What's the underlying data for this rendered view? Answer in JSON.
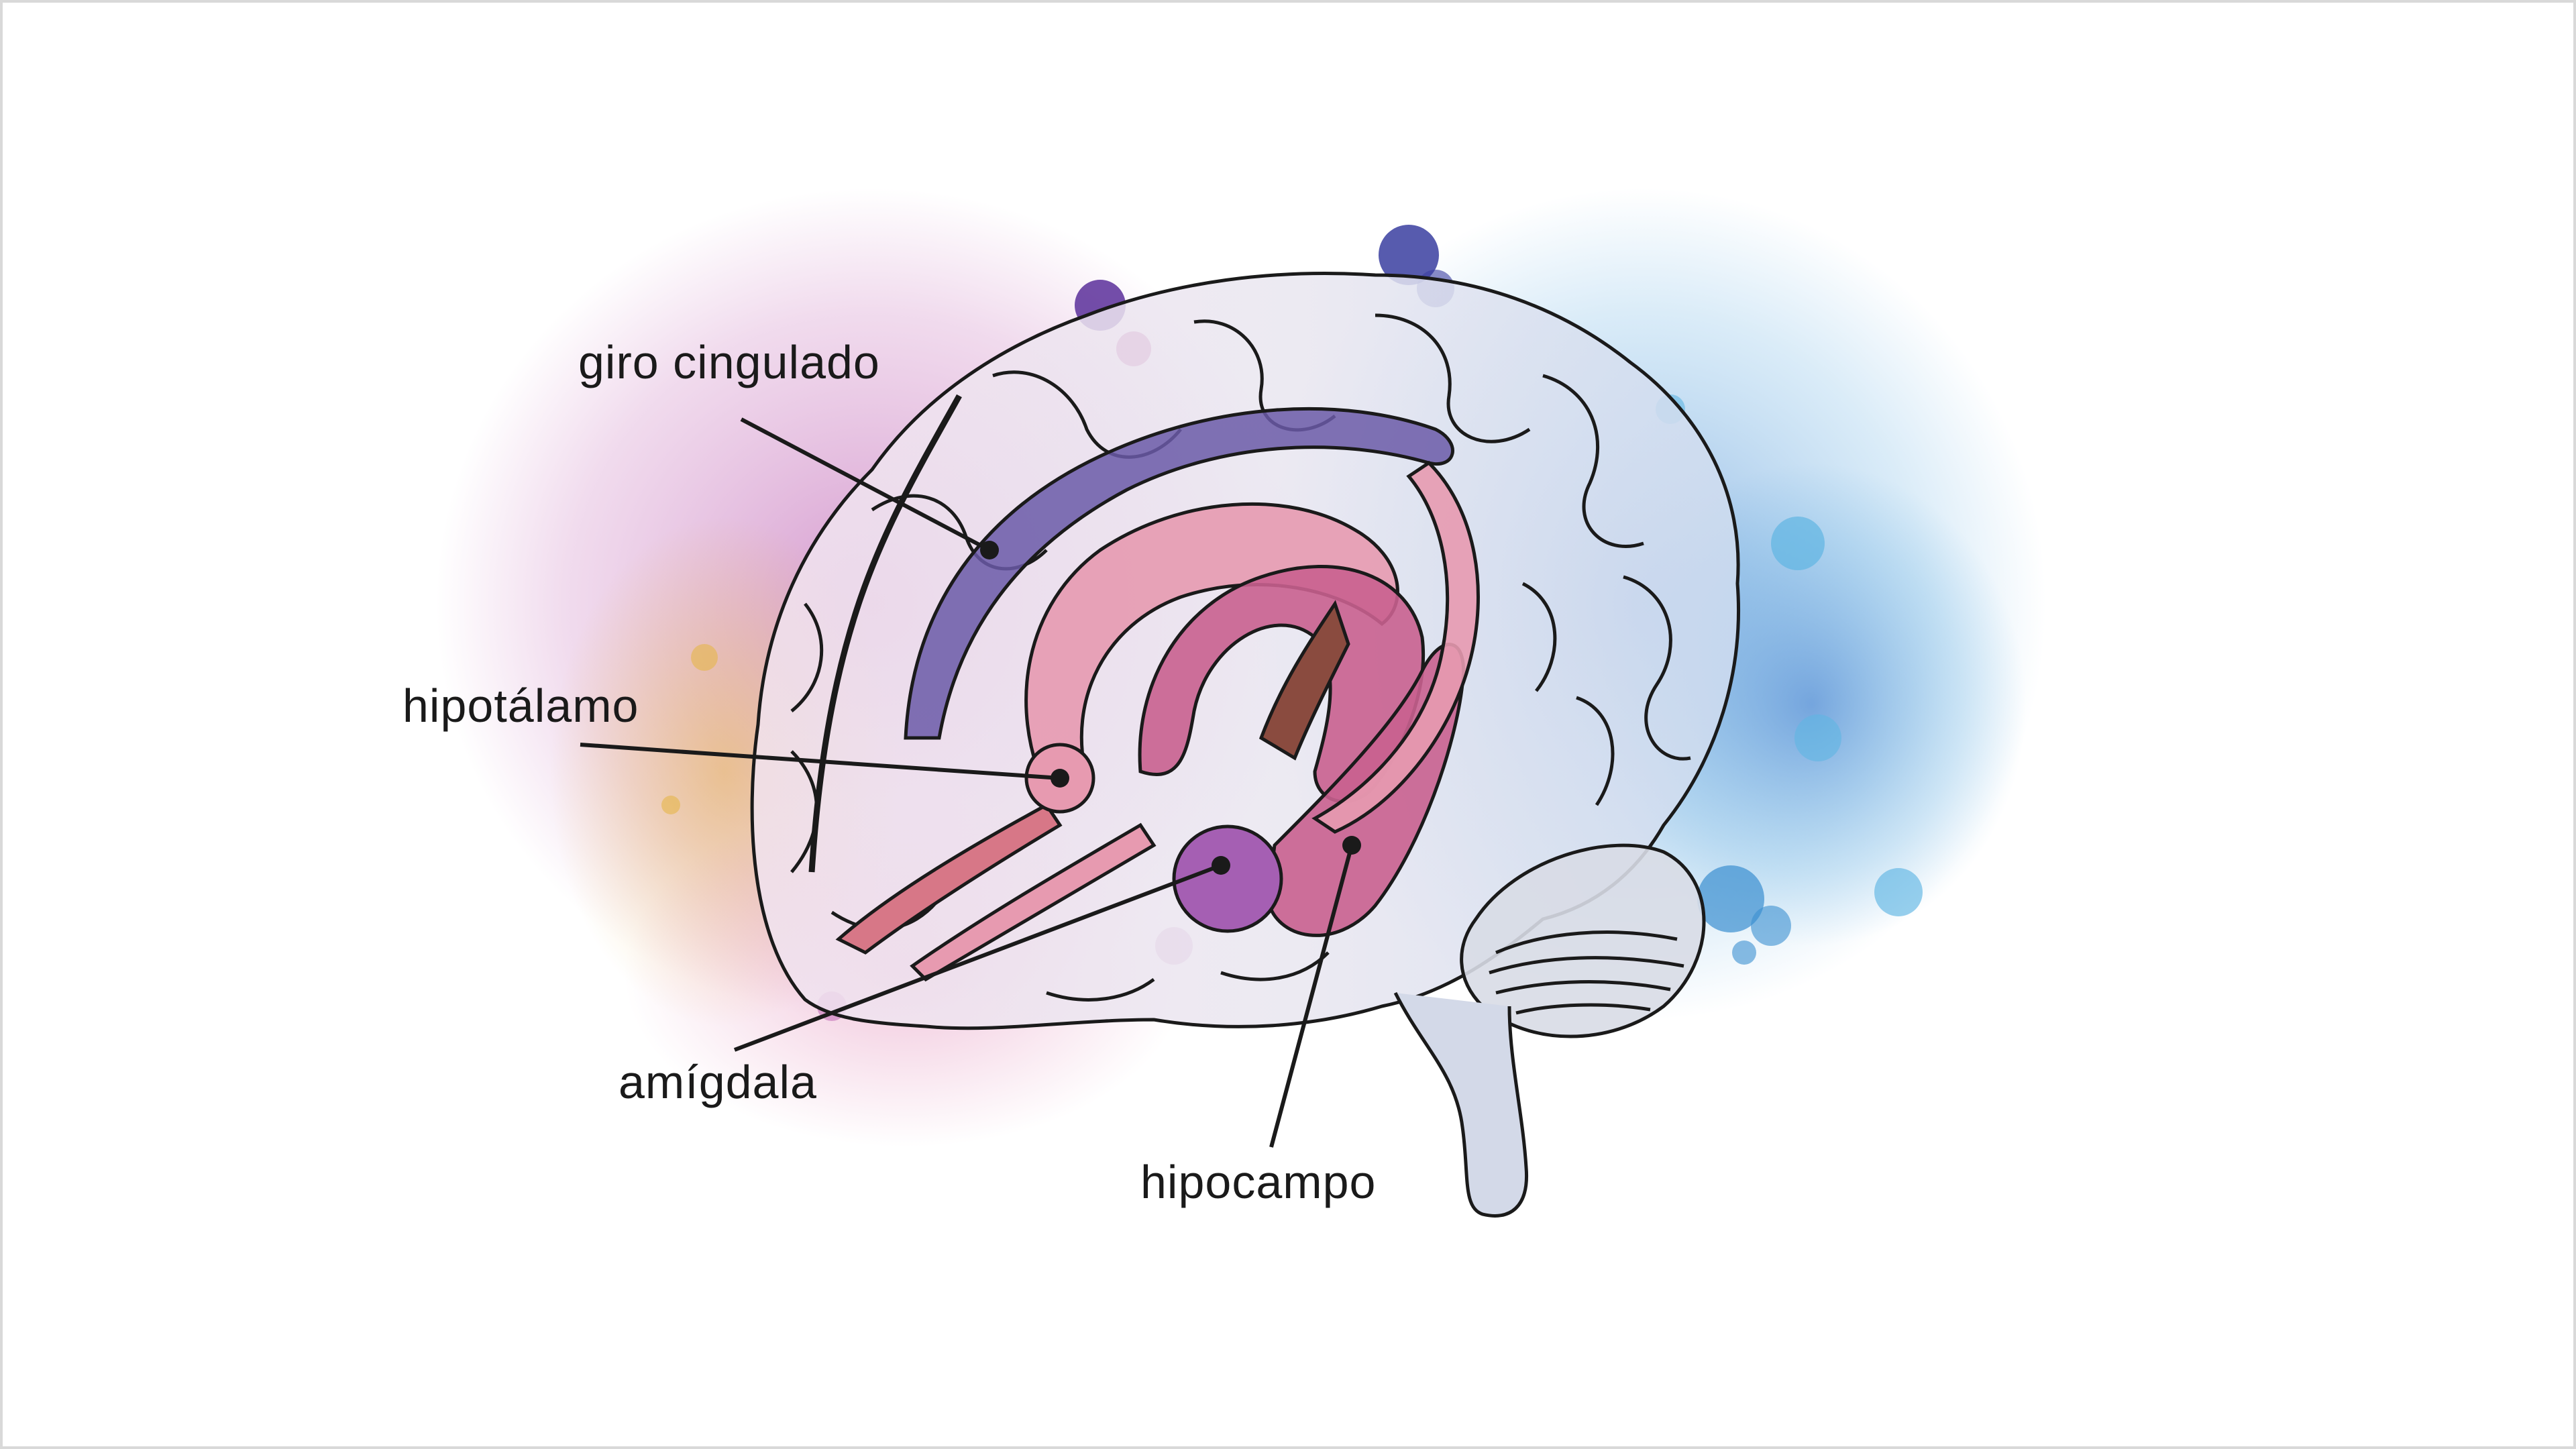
{
  "labels": {
    "cingulate_gyrus": "giro cingulado",
    "hypothalamus": "hipotálamo",
    "amygdala": "amígdala",
    "hippocampus": "hipocampo"
  },
  "colors": {
    "outline": "#1a1a1a",
    "brain_fill": "#e6e9f2",
    "cingulate": "#6b5aa8",
    "limbic_pink": "#c9608f",
    "limbic_light": "#e79ab0",
    "amygdala": "#a55fb3",
    "splash_purple": "#9b3fa6",
    "splash_blue": "#3a8fd0",
    "splash_yellow": "#e6b64a"
  }
}
